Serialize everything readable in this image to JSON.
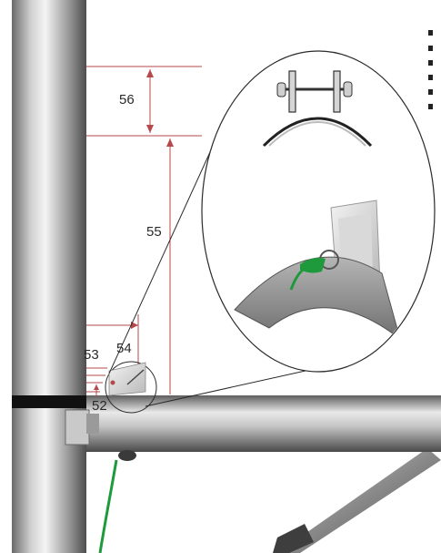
{
  "dimensions": {
    "d56": "56",
    "d55": "55",
    "d54": "54",
    "d53": "53",
    "d52": "52"
  },
  "colors": {
    "dimension_line": "#b5484a",
    "steel_dark": "#5a5a5a",
    "steel_light": "#efefef",
    "band": "#111111",
    "strap_green": "#1e9a3c"
  },
  "icons": {
    "detail": "magnifier-circle",
    "fastener": "clamp-bolt-icon"
  }
}
